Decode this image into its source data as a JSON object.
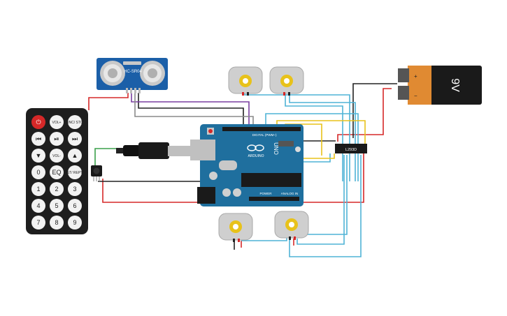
{
  "sensor": {
    "label": "HC-SR04"
  },
  "battery": {
    "label": "9V"
  },
  "arduino": {
    "brand": "ARDUINO",
    "model": "UNO",
    "digital_label": "DIGITAL (PWM~)",
    "power_label": "POWER",
    "analog_label": "ANALOG IN"
  },
  "driver": {
    "label": "L293D"
  },
  "remote": {
    "buttons": [
      [
        "⏻",
        "VOL+",
        "FUNC/ STOP"
      ],
      [
        "⏮",
        "⏯",
        "⏭"
      ],
      [
        "▼",
        "VOL-",
        "▲"
      ],
      [
        "0",
        "EQ",
        "ST/ REPT"
      ],
      [
        "1",
        "2",
        "3"
      ],
      [
        "4",
        "5",
        "6"
      ],
      [
        "7",
        "8",
        "9"
      ]
    ]
  },
  "colors": {
    "red": "#d62828",
    "black": "#222222",
    "purple": "#7a3fa0",
    "gray": "#8a8a8a",
    "green": "#3aa04a",
    "cyan": "#4fb3d6",
    "yellow": "#e8c21a",
    "board": "#1f6f9e",
    "sensor_pcb": "#1b5fa8",
    "battery_body": "#1a1a1a",
    "battery_cap": "#e08a32"
  }
}
